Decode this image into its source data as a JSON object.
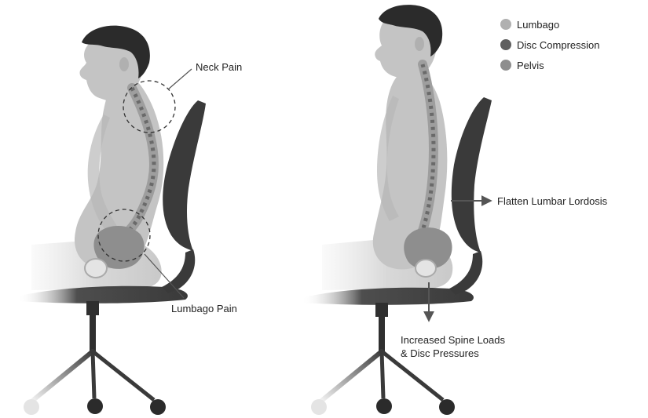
{
  "labels": {
    "neck_pain": "Neck Pain",
    "lumbago_pain": "Lumbago Pain",
    "flatten": "Flatten Lumbar Lordosis",
    "spine_loads_line1": "Increased Spine Loads",
    "spine_loads_line2": "& Disc Pressures"
  },
  "legend": [
    {
      "label": "Lumbago",
      "color": "#b0b0b0"
    },
    {
      "label": "Disc Compression",
      "color": "#5f5f5f"
    },
    {
      "label": "Pelvis",
      "color": "#8e8e8e"
    }
  ],
  "colors": {
    "chair": "#3a3a3a",
    "hair": "#2b2b2b",
    "body": "#c4c4c4",
    "spine": "#9e9e9e",
    "disc": "#6a6a6a",
    "pelvis": "#8e8e8e"
  }
}
